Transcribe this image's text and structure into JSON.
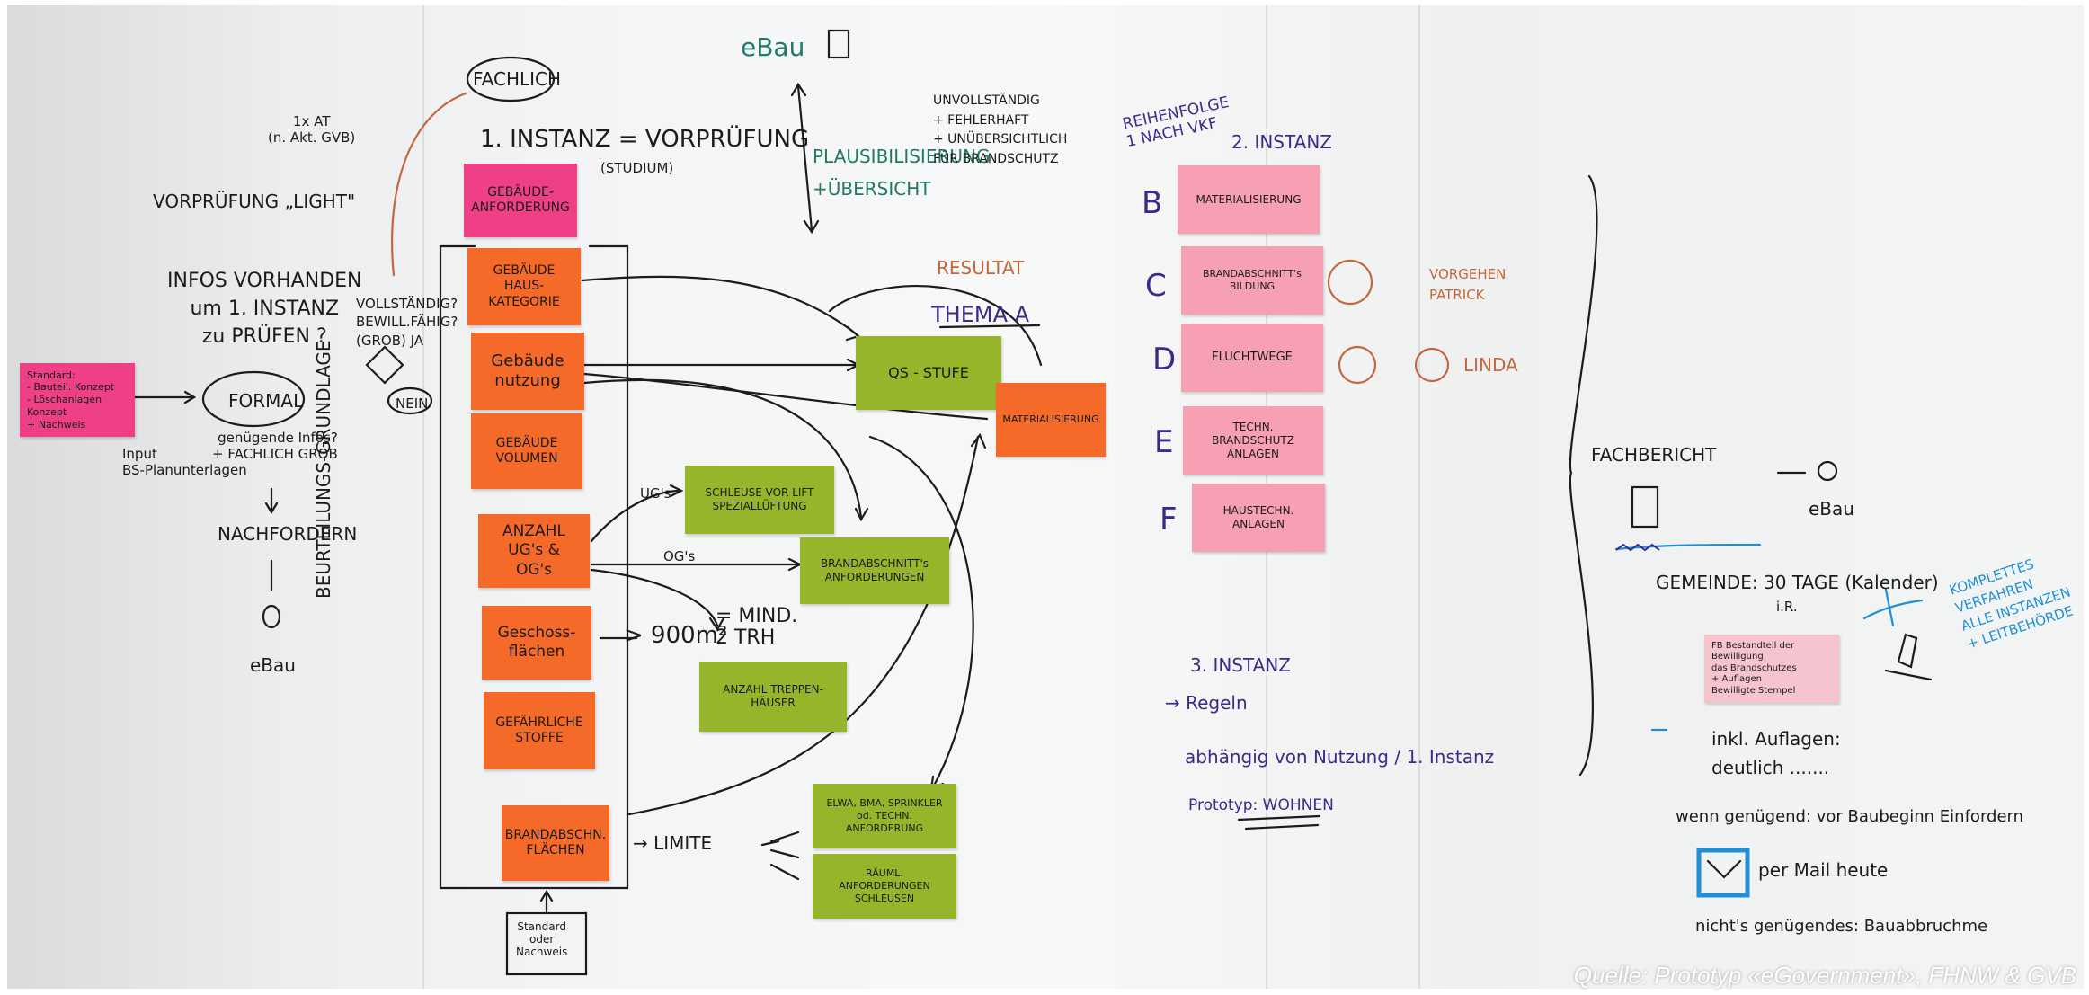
{
  "board": {
    "left": {
      "fachlich": "FACHLICH",
      "akt": "1x AT\n(n. Akt. GVB)",
      "vorpruefung_light": "VORPRÜFUNG „LIGHT\"",
      "infos": "INFOS VORHANDEN\num 1. INSTANZ\nzu PRÜFEN ?",
      "formal": "FORMAL",
      "input": "Input\nBS-Planunterlagen",
      "nachfordern": "NACHFORDERN",
      "ebau": "eBau",
      "vollstaendig": "VOLLSTÄNDIG?\nBEWILL.FÄHIG?\n(GROB)  JA",
      "nein": "NEIN",
      "beurteilung": "BEURTEILUNGS-GRUNDLAGE",
      "genuegende": "genügende Infos?\n+ FACHLICH GROB",
      "instanz1": "1. INSTANZ = VORPRÜFUNG",
      "studium": "(STUDIUM)",
      "standard": "Standard\noder\nNachweis"
    },
    "center": {
      "ebau": "eBau",
      "plausi": "PLAUSIBILISIERUNG\n+ÜBERSICHT",
      "unvollstaendig": "UNVOLLSTÄNDIG\n+ FEHLERHAFT\n+ UNÜBERSICHTLICH\nFÜR BRANDSCHUTZ",
      "resultat": "RESULTAT",
      "thema": "THEMA A",
      "ug": "UG's",
      "og": "OG's",
      "flaeche": "> 900m²",
      "mind_trh": "= MIND.\n2 TRH",
      "limite": "→ LIMITE",
      "instanz3": "3. INSTANZ",
      "regeln": "→ Regeln",
      "abhaengig": "abhängig von Nutzung / 1. Instanz",
      "prototyp": "Prototyp: WOHNEN"
    },
    "instanz2": {
      "reihenfolge": "REIHENFOLGE\n1 NACH VKF",
      "title": "2. INSTANZ",
      "letters": [
        "B",
        "C",
        "D",
        "E",
        "F"
      ],
      "vorgehen": "VORGEHEN\nPATRICK",
      "linda": "LINDA"
    },
    "right": {
      "fachbericht": "FACHBERICHT",
      "ebau": "eBau",
      "gemeinde": "GEMEINDE: 30 TAGE (Kalender)",
      "ir": "i.R.",
      "komplettes": "KOMPLETTES\nVERFAHREN\nALLE INSTANZEN\n+ LEITBEHÖRDE",
      "auflagen": "inkl. Auflagen:\ndeutlich .......",
      "wenn": "wenn genügend: vor Baubeginn Einfordern",
      "mail": "per Mail heute",
      "nicht": "nicht's genügendes: Bauabbruchme"
    }
  },
  "notes": {
    "standard_pink": "Standard:\n- Bauteil. Konzept\n- Löschanlagen Konzept\n+ Nachweis",
    "gebaeude_anforderung": "GEBÄUDE-\nANFORDERUNG",
    "gebaeude_haus": "GEBÄUDE\nHAUS-KATEGORIE",
    "gebaeude_nutzung": "Gebäude\nnutzung",
    "gebaeude_volumen": "GEBÄUDE\nVOLUMEN",
    "anzahl_ug": "ANZAHL\nUG's &\nOG's",
    "geschossflaechen": "Geschoss-\nflächen",
    "gefaehrliche": "GEFÄHRLICHE\nSTOFFE",
    "brandabschn_flaechen": "BRANDABSCHN.\nFLÄCHEN",
    "schleuse": "SCHLEUSE VOR LIFT\nSPEZIALLÜFTUNG",
    "brandabschnitts": "BRANDABSCHNITT's\nANFORDERUNGEN",
    "anzahl_treppen": "ANZAHL TREPPEN-\nHÄUSER",
    "qs_stufe": "QS - STUFE",
    "materialisierung_orange": "MATERIALISIERUNG",
    "elwa": "ELWA, BMA, SPRINKLER\nod. TECHN.\nANFORDERUNG",
    "raeumliche": "RÄUML. ANFORDERUNGEN\nSCHLEUSEN",
    "materialisierung_pink": "MATERIALISIERUNG",
    "brandabschnitts_bildung": "BRANDABSCHNITT's\nBILDUNG",
    "fluchtwege": "FLUCHTWEGE",
    "techn_anlagen": "TECHN. BRANDSCHUTZ\nANLAGEN",
    "haustechn": "HAUSTECHN.\nANLAGEN",
    "fb_note": "FB Bestandteil der Bewilligung\ndas Brandschutzes\n+ Auflagen\nBewilligte Stempel"
  },
  "caption": "Quelle: Prototyp «eGovernment», FHNW & GVB",
  "colors": {
    "note_orange": "#f56a28",
    "note_pink": "#f8a0b3",
    "note_hotpink": "#ef3f86",
    "note_green": "#97b52a",
    "ink_black": "#1b1b1b",
    "ink_green": "#1f7a66",
    "ink_purple": "#3b2a8a",
    "ink_blue": "#1f8fd6"
  }
}
